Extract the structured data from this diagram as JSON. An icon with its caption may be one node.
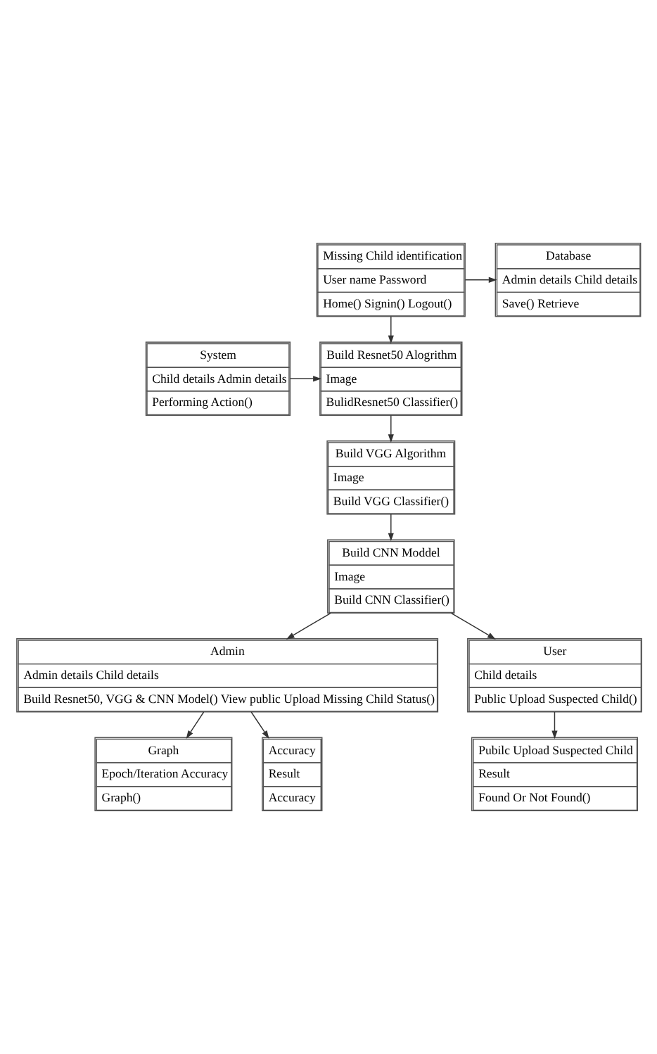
{
  "diagram": {
    "nodes": [
      {
        "text": [
          "Missing Child identification",
          "User name Password",
          "Home() Signin() Logout()"
        ]
      },
      {
        "text": [
          "Database",
          "Admin details Child details",
          "Save() Retrieve"
        ]
      },
      {
        "text": [
          "System",
          "Child details Admin details",
          "Performing Action()"
        ]
      },
      {
        "text": [
          "Build Resnet50 Alogrithm",
          "Image",
          "BulidResnet50 Classifier()"
        ]
      },
      {
        "text": [
          "Build VGG Algorithm",
          "Image",
          "Build VGG Classifier()"
        ]
      },
      {
        "text": [
          "Build CNN Moddel",
          "Image",
          "Build CNN Classifier()"
        ]
      },
      {
        "text": [
          "Admin",
          "Admin details Child details",
          "Build Resnet50, VGG & CNN Model() View public Upload Missing Child Status()"
        ]
      },
      {
        "text": [
          "User",
          "Child details",
          "Public Upload Suspected Child()"
        ]
      },
      {
        "text": [
          "Pubilc Upload Suspected Child",
          "Result",
          "Found Or Not Found()"
        ]
      },
      {
        "text": [
          "Graph",
          "Epoch/Iteration Accuracy",
          "Graph()"
        ]
      },
      {
        "text": [
          "Accuracy",
          "Result",
          "Accuracy"
        ]
      }
    ],
    "edges": [
      {
        "from": 0,
        "to": 1,
        "arrow": "to"
      },
      {
        "from": 0,
        "to": 3,
        "arrow": "to"
      },
      {
        "from": 2,
        "to": 3,
        "arrow": "to"
      },
      {
        "from": 3,
        "to": 4,
        "arrow": "to"
      },
      {
        "from": 4,
        "to": 5,
        "arrow": "to"
      },
      {
        "from": 5,
        "to": 6,
        "arrow": "to"
      },
      {
        "from": 5,
        "to": 7,
        "arrow": "to"
      },
      {
        "from": 7,
        "to": 8,
        "arrow": "to"
      },
      {
        "from": 6,
        "to": 9,
        "arrow": "to"
      },
      {
        "from": 6,
        "to": 10,
        "arrow": "to"
      }
    ]
  }
}
